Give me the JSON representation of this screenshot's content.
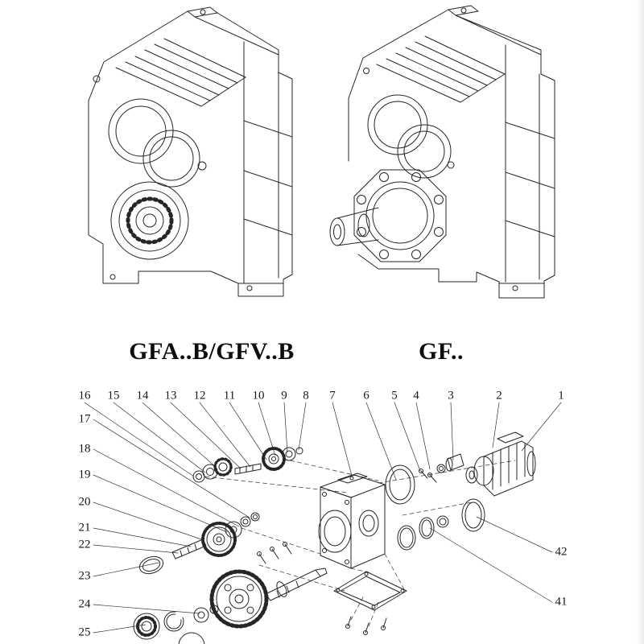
{
  "page": {
    "background": "#ffffff",
    "line_color": "#262626"
  },
  "models": [
    {
      "id": "gfab-gfvb",
      "label": "GFA..B/GFV..B"
    },
    {
      "id": "gf",
      "label": "GF.."
    }
  ],
  "exploded": {
    "top_numbers": [
      "16",
      "15",
      "14",
      "13",
      "12",
      "11",
      "10",
      "9",
      "8",
      "7",
      "6",
      "5",
      "4",
      "3",
      "2",
      "1"
    ],
    "left_numbers": [
      "17",
      "18",
      "19",
      "20",
      "21",
      "22",
      "23",
      "24",
      "25"
    ],
    "right_numbers": [
      "42",
      "41"
    ]
  }
}
